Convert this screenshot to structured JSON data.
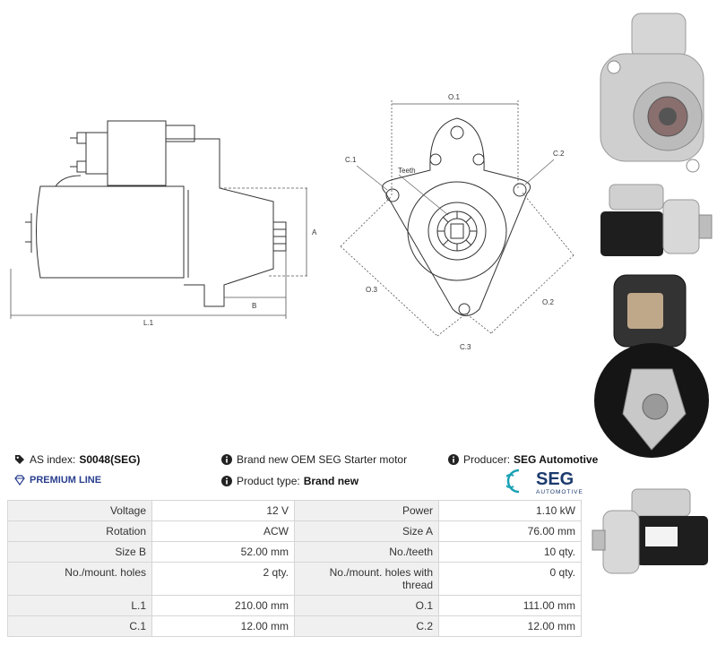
{
  "drawing": {
    "labels": {
      "A": "A",
      "B": "B",
      "L1": "L.1",
      "O1": "O.1",
      "O2": "O.2",
      "O3": "O.3",
      "C1": "C.1",
      "C2": "C.2",
      "C3": "C.3",
      "teeth": "Teeth"
    }
  },
  "info": {
    "as_index_label": "AS index:",
    "as_index_value": "S0048(SEG)",
    "premium_line": "PREMIUM LINE",
    "description": "Brand new OEM SEG Starter motor",
    "product_type_label": "Product type:",
    "product_type_value": "Brand new",
    "producer_label": "Producer:",
    "producer_value": "SEG Automotive"
  },
  "logo": {
    "name": "SEG",
    "subtitle": "AUTOMOTIVE",
    "accent_color": "#1aa1b5",
    "brand_color": "#1c3a6e"
  },
  "specs": [
    [
      {
        "label": "Voltage",
        "value": "12 V"
      },
      {
        "label": "Power",
        "value": "1.10 kW"
      }
    ],
    [
      {
        "label": "Rotation",
        "value": "ACW"
      },
      {
        "label": "Size A",
        "value": "76.00 mm"
      }
    ],
    [
      {
        "label": "Size B",
        "value": "52.00 mm"
      },
      {
        "label": "No./teeth",
        "value": "10 qty."
      }
    ],
    [
      {
        "label": "No./mount. holes",
        "value": "2 qty."
      },
      {
        "label": "No./mount. holes with thread",
        "value": "0 qty."
      }
    ],
    [
      {
        "label": "L.1",
        "value": "210.00 mm"
      },
      {
        "label": "O.1",
        "value": "111.00 mm"
      }
    ],
    [
      {
        "label": "C.1",
        "value": "12.00 mm"
      },
      {
        "label": "C.2",
        "value": "12.00 mm"
      }
    ]
  ],
  "icons": {
    "as_index": "tag-icon",
    "premium": "diamond-icon",
    "description": "info-icon",
    "product_type": "info-icon",
    "producer": "info-icon"
  }
}
